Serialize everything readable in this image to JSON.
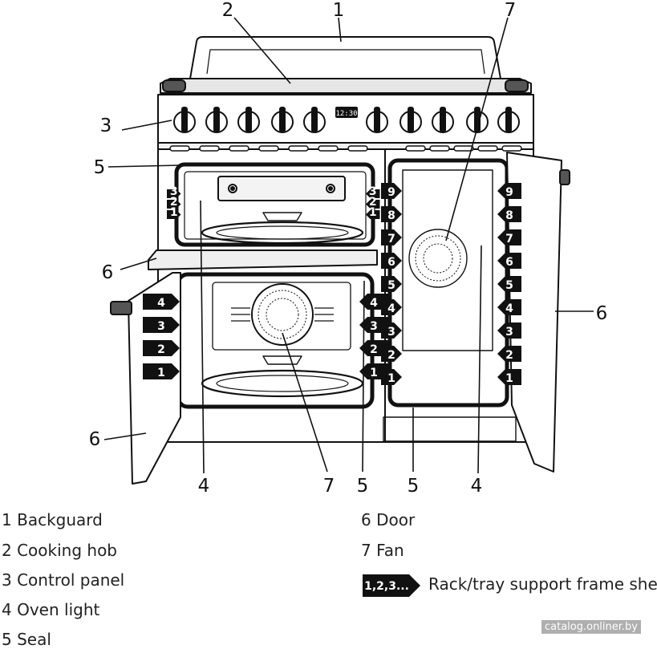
{
  "callouts": [
    {
      "id": "backguard",
      "label": "1"
    },
    {
      "id": "cooking-hob",
      "label": "2"
    },
    {
      "id": "control-panel",
      "label": "3"
    },
    {
      "id": "seal-top",
      "label": "5"
    },
    {
      "id": "door-top",
      "label": "6"
    },
    {
      "id": "fan-top",
      "label": "7"
    },
    {
      "id": "door-left",
      "label": "6"
    },
    {
      "id": "door-right",
      "label": "6"
    },
    {
      "id": "light-left",
      "label": "4"
    },
    {
      "id": "fan-bottom",
      "label": "7"
    },
    {
      "id": "seal-mid",
      "label": "5"
    },
    {
      "id": "seal-right",
      "label": "5"
    },
    {
      "id": "light-right",
      "label": "4"
    }
  ],
  "shelf_labels": {
    "top_oven": [
      "3",
      "2",
      "1"
    ],
    "main_oven": [
      "4",
      "3",
      "2",
      "1"
    ],
    "right_oven": [
      "9",
      "8",
      "7",
      "6",
      "5",
      "4",
      "3",
      "2",
      "1"
    ]
  },
  "display_time": "12:30",
  "legend": {
    "items": [
      {
        "number": "1",
        "text": "Backguard"
      },
      {
        "number": "2",
        "text": "Cooking hob"
      },
      {
        "number": "3",
        "text": "Control panel"
      },
      {
        "number": "4",
        "text": "Oven light"
      },
      {
        "number": "5",
        "text": "Seal"
      },
      {
        "number": "6",
        "text": "Door"
      },
      {
        "number": "7",
        "text": "Fan"
      }
    ],
    "badge_text": "1,2,3...",
    "badge_description": "Rack/tray support frame shelf"
  },
  "watermark": "catalog.onliner.by",
  "colors": {
    "line": "#111111",
    "badge_fill": "#111111",
    "badge_text": "#ffffff",
    "background": "#ffffff"
  }
}
